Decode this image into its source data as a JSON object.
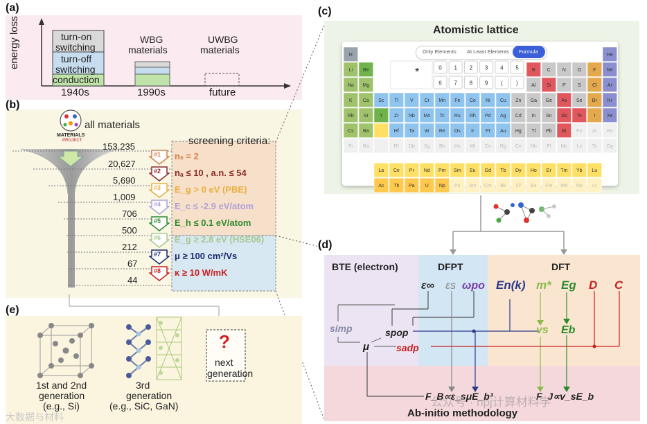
{
  "panel_a": {
    "label": "(a)",
    "ylabel": "energy loss",
    "blocks": [
      "turn-on switching",
      "turn-off switching",
      "conduction"
    ],
    "block_lines": [
      "turn-on",
      "switching",
      "turn-off",
      "switching",
      "conduction"
    ],
    "eras": [
      {
        "top": "",
        "bottom": "",
        "x": "1940s"
      },
      {
        "top": "WBG",
        "bottom": "materials",
        "x": "1990s"
      },
      {
        "top": "UWBG",
        "bottom": "materials",
        "x": "future"
      }
    ]
  },
  "panel_b": {
    "label": "(b)",
    "logo_line1": "MATERIALS",
    "logo_line2": "PROJECT",
    "all_materials": "all materials",
    "criteria_title": "screening criteria:",
    "counts": [
      "153,235",
      "20,627",
      "5,690",
      "1,009",
      "706",
      "500",
      "212",
      "67",
      "44"
    ],
    "steps": [
      {
        "num": "#1",
        "text": "nₛ = 2",
        "color": "#d4804a"
      },
      {
        "num": "#2",
        "text": "nₐ ≤ 10 , a.n. ≤ 54",
        "color": "#8a2a2a"
      },
      {
        "num": "#3",
        "text": "E_g > 0 eV (PBE)",
        "color": "#e8b040"
      },
      {
        "num": "#4",
        "text": "E_c ≤ -2.9 eV/atom",
        "color": "#b0a0d8"
      },
      {
        "num": "#5",
        "text": "E_h ≤ 0.1 eV/atom",
        "color": "#2f8a2f"
      },
      {
        "num": "#6",
        "text": "E_g ≥ 2.8 eV (HSE06)",
        "color": "#a8c890"
      },
      {
        "num": "#7",
        "text": "μ ≥ 100 cm²/Vs",
        "color": "#1a2a6a"
      },
      {
        "num": "#8",
        "text": "κ ≥ 10 W/mK",
        "color": "#c82020"
      }
    ]
  },
  "panel_c": {
    "label": "(c)",
    "title": "Atomistic lattice",
    "filter_tabs": [
      "Only Elements",
      "At Least Elements",
      "Formula"
    ],
    "keypad": [
      "0",
      "1",
      "2",
      "3",
      "4",
      "5",
      "6",
      "7",
      "8",
      "9",
      "(",
      ")"
    ],
    "star": "*"
  },
  "panel_d": {
    "label": "(d)",
    "headers": [
      "BTE (electron)",
      "DFPT",
      "DFT"
    ],
    "symbols": {
      "eps_inf": "ε∞",
      "eps_s": "εs",
      "omega": "ωpo",
      "En": "En(k)",
      "mstar": "m*",
      "Eg": "Eg",
      "D": "D",
      "C": "C",
      "s_imp": "simp",
      "s_pop": "spop",
      "s_adp": "sadp",
      "mu": "μ",
      "vs": "vs",
      "Eb": "Eb"
    },
    "fom1": "F_B∝ε_sμE_b³",
    "fom2": "F_J∝v_sE_b",
    "footer": "Ab-initio methodology",
    "watermark": "公众号 · npj计算材料学"
  },
  "panel_e": {
    "label": "(e)",
    "gen1_line1": "1st and 2nd",
    "gen1_line2": "generation",
    "gen1_line3": "(e.g., Si)",
    "gen3_line1": "3rd",
    "gen3_line2": "generation",
    "gen3_line3": "(e.g., SiC, GaN)",
    "next_q": "?",
    "next_line1": "next",
    "next_line2": "generation",
    "watermark": "大数据与材料"
  },
  "colors": {
    "pink_bg": "#fbeaf0",
    "cream_bg": "#faf6e4",
    "green_bg": "#edf3e6",
    "purple_bg": "#ece4f2",
    "blue_bg": "#d3e6f4",
    "orange_bg": "#fae6d0",
    "red_bg": "#f5d8dc"
  }
}
